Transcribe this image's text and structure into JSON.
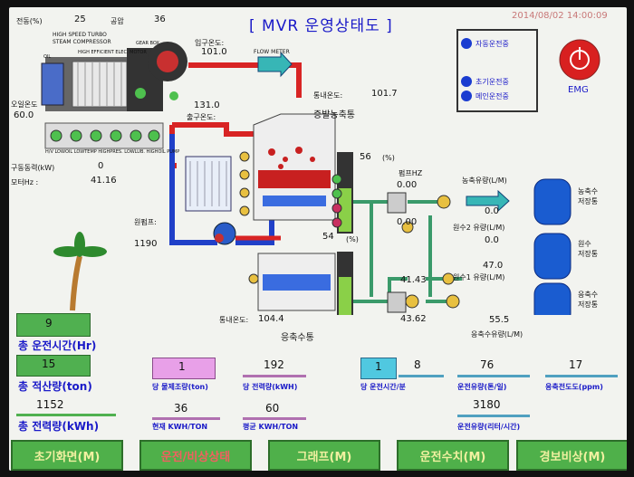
{
  "header": {
    "title": "[ MVR 운영상태도 ]",
    "datetime": "2014/08/02 14:00:09"
  },
  "top_left": {
    "speed_label": "전동(%)",
    "speed_value": "25",
    "pressure_label": "공압",
    "pressure_value": "36",
    "oil_temp_label": "오일온도",
    "oil_temp_value": "60.0",
    "power_label": "구동동력(kW)",
    "power_value": "0",
    "motor_hz_label": "모터Hz :",
    "motor_hz_value": "41.16",
    "compressor_caption": "HIGH SPEED TURBO STEAM COMPRESSOR",
    "motor_caption": "HIGH EFFICIENT ELEC. MOTOR",
    "gearbox_caption": "GEAR BOX",
    "oil_caption": "OIL",
    "indicators": [
      "H/V LOW",
      "OIL LOW",
      "TEMP HIGH",
      "PRES. LOW",
      "LUB. HIGH",
      "OIL PUMP"
    ]
  },
  "process": {
    "inlet_temp_label": "입구온도:",
    "inlet_temp_value": "101.0",
    "flow_meter_label": "FLOW METER",
    "outlet_temp_value": "131.0",
    "outlet_temp_label": "출구온도:",
    "tank_temp_label": "통내온도:",
    "tank_temp_value": "101.7",
    "evap_tank_label": "증발농축통",
    "level1_value": "56",
    "level1_unit": "(%)",
    "pump_hz_label": "펌프HZ",
    "pump_hz_value1": "0.00",
    "pump_hz_value2": "0.00",
    "concentrate_flow_label": "농축유량(L/M)",
    "concentrate_flow_value": "0.0",
    "raw2_flow_label": "원수2 유량(L/M)",
    "raw2_flow_value": "0.0",
    "raw1_flow_label": "원수1 유량(L/M)",
    "raw1_flow_value": "47.0",
    "condensate_flow_value": "55.5",
    "condensate_flow_label": "응축수유량(L/M)",
    "vacuum_pump_label": "원펌프:",
    "vacuum_pump_value": "1190",
    "level2_value": "54",
    "level2_unit": "(%)",
    "pump3_value": "41.43",
    "pump4_value": "43.62",
    "cond_tank_temp_label": "통내온도:",
    "cond_tank_temp_value": "104.4",
    "cond_tank_label": "응축수통",
    "tank_a_label": "농축수\n저장통",
    "tank_b_label": "원수\n저장통",
    "tank_c_label": "응축수\n저장통"
  },
  "modes": {
    "auto": "자동운전중",
    "initial": "초기운전중",
    "manual": "메인운전중",
    "emg": "EMG"
  },
  "stats": {
    "run_time_value": "9",
    "run_time_label": "총 운전시간(Hr)",
    "total_prod_value": "15",
    "total_prod_label": "총 적산량(ton)",
    "total_power_value": "1152",
    "total_power_label": "총 전력량(kWh)",
    "unit_prod_value": "1",
    "unit_prod_label": "당 물제조량(ton)",
    "unit_power_value": "192",
    "unit_power_label": "당 전력량(kWH)",
    "current_kwh_value": "36",
    "current_kwh_label": "현재 KWH/TON",
    "avg_kwh_value": "60",
    "avg_kwh_label": "평균 KWH/TON",
    "run_hm_value1": "1",
    "run_hm_value2": "8",
    "run_hm_label": "당 운전시간/분",
    "run_flow_value": "76",
    "run_flow_label": "운전유량(톤/일)",
    "cond_purity_value": "17",
    "cond_purity_label": "응축전도도(ppm)",
    "run_flow2_value": "3180",
    "run_flow2_label": "운전유량(리터/시간)"
  },
  "nav": [
    "초기화면(M)",
    "운전/비상상태",
    "그래프(M)",
    "운전수치(M)",
    "경보비상(M)"
  ]
}
